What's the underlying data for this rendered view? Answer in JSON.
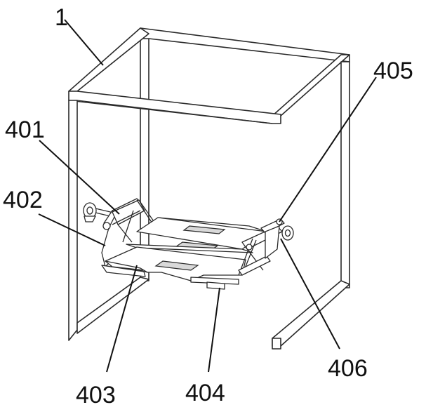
{
  "figure": {
    "labels": {
      "frame": "1",
      "part_401": "401",
      "part_402": "402",
      "part_403": "403",
      "part_404": "404",
      "part_405": "405",
      "part_406": "406"
    },
    "colors": {
      "line": "#2a2a2a",
      "fill": "#ffffff",
      "shade": "#d9d9d9"
    }
  }
}
